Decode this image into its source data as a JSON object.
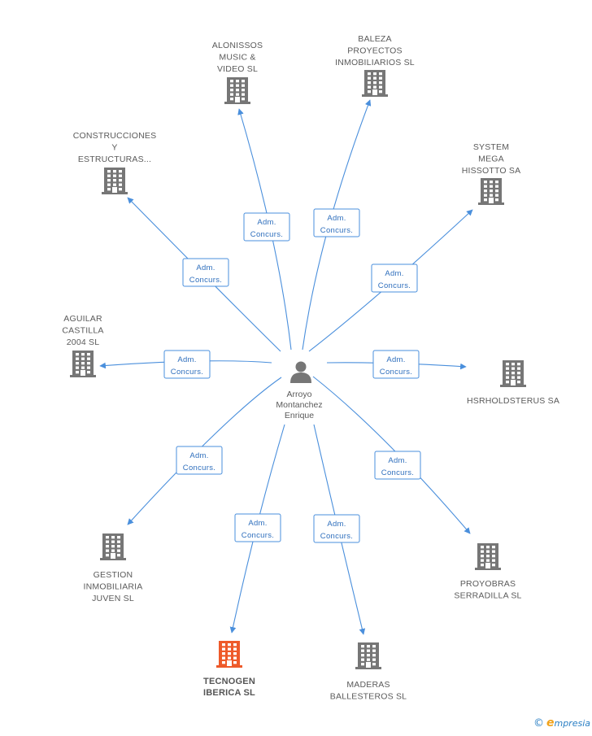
{
  "colors": {
    "edge": "#4a8fdc",
    "building": "#767676",
    "building_highlight": "#ee5a2a",
    "person": "#767676"
  },
  "person": {
    "lines": [
      "Arroyo",
      "Montanchez",
      "Enrique"
    ],
    "icon": "person-icon"
  },
  "relation_text": [
    "Adm.",
    "Concurs."
  ],
  "companies": [
    {
      "id": "alonissos",
      "lines": [
        "ALONISSOS",
        "MUSIC &",
        "VIDEO SL"
      ],
      "highlight": false,
      "icon": "building-icon"
    },
    {
      "id": "baleza",
      "lines": [
        "BALEZA",
        "PROYECTOS",
        "INMOBILIARIOS SL"
      ],
      "highlight": false,
      "icon": "building-icon"
    },
    {
      "id": "construcciones",
      "lines": [
        "CONSTRUCCIONES",
        "Y",
        "ESTRUCTURAS..."
      ],
      "highlight": false,
      "icon": "building-icon"
    },
    {
      "id": "system-mega",
      "lines": [
        "SYSTEM",
        "MEGA",
        "HISSOTTO SA"
      ],
      "highlight": false,
      "icon": "building-icon"
    },
    {
      "id": "aguilar",
      "lines": [
        "AGUILAR",
        "CASTILLA",
        "2004 SL"
      ],
      "highlight": false,
      "icon": "building-icon"
    },
    {
      "id": "hsrholdsterus",
      "lines": [
        "HSRHOLDSTERUS SA"
      ],
      "highlight": false,
      "icon": "building-icon"
    },
    {
      "id": "gestion",
      "lines": [
        "GESTION",
        "INMOBILIARIA",
        "JUVEN SL"
      ],
      "highlight": false,
      "icon": "building-icon"
    },
    {
      "id": "proyobras",
      "lines": [
        "PROYOBRAS",
        "SERRADILLA SL"
      ],
      "highlight": false,
      "icon": "building-icon"
    },
    {
      "id": "tecnogen",
      "lines": [
        "TECNOGEN",
        "IBERICA SL"
      ],
      "highlight": true,
      "icon": "building-icon"
    },
    {
      "id": "maderas",
      "lines": [
        "MADERAS",
        "BALLESTEROS SL"
      ],
      "highlight": false,
      "icon": "building-icon"
    }
  ],
  "brand": {
    "copyright": "©",
    "e": "e",
    "rest": "mpresia"
  }
}
